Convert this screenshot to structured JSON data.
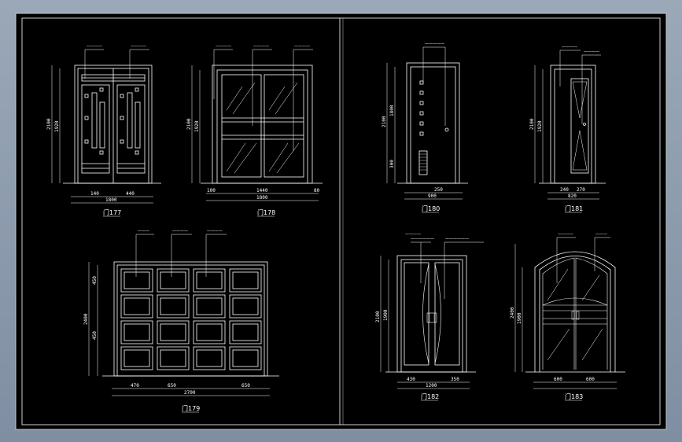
{
  "colors": {
    "background": "#000000",
    "lines": "#ffffff",
    "frame_border": "#c8c8c8"
  },
  "drawings": {
    "d177": {
      "caption": "门177",
      "dims": {
        "height_total": "2100",
        "height_inner": "1920",
        "w1": "140",
        "w2": "440",
        "w3": "1800"
      }
    },
    "d178": {
      "caption": "门178",
      "dims": {
        "height_total": "2100",
        "height_inner": "1920",
        "w1": "100",
        "w2": "1440",
        "w3": "1800",
        "w4": "80"
      }
    },
    "d179": {
      "caption": "门179",
      "dims": {
        "height_total": "2400",
        "h1": "450",
        "h2": "450",
        "w1": "470",
        "w2": "650",
        "w3": "2700",
        "w4": "650"
      }
    },
    "d180": {
      "caption": "门180",
      "dims": {
        "height_total": "2100",
        "h1": "1800",
        "h2": "300",
        "w1": "900",
        "w2": "250"
      }
    },
    "d181": {
      "caption": "门181",
      "dims": {
        "height_total": "2100",
        "h1": "1920",
        "w1": "820",
        "w2": "270",
        "w3": "240"
      }
    },
    "d182": {
      "caption": "门182",
      "dims": {
        "height_total": "2100",
        "h1": "1900",
        "w1": "1200",
        "w2": "350",
        "w3": "430"
      }
    },
    "d183": {
      "caption": "门183",
      "dims": {
        "height_total": "2400",
        "h1": "1900",
        "w1": "600",
        "w2": "600"
      }
    }
  }
}
